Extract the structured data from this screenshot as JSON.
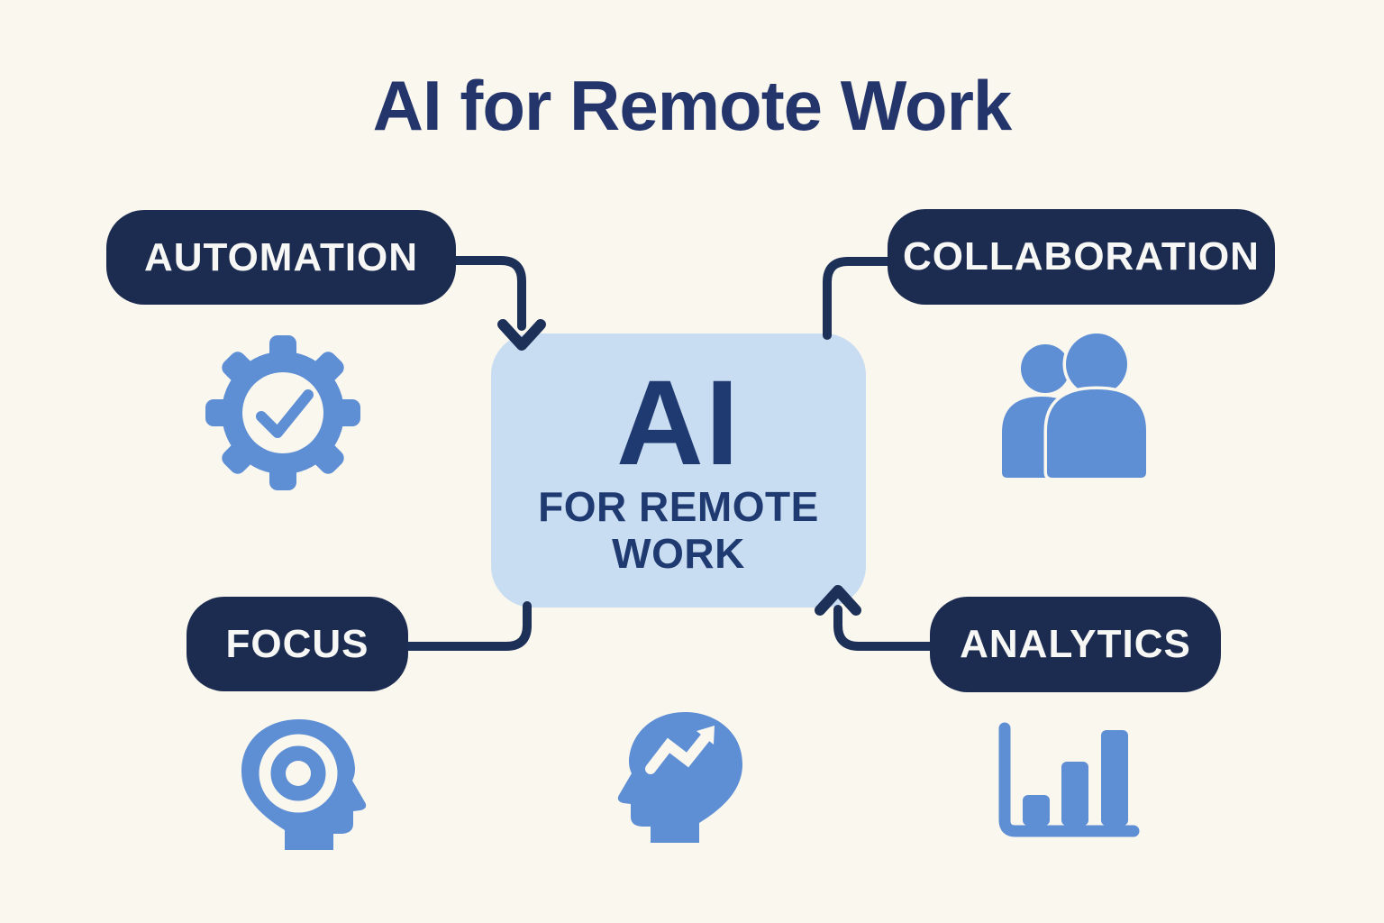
{
  "title": "AI for Remote Work",
  "center_node": {
    "heading": "AI",
    "subheading_line1": "FOR REMOTE",
    "subheading_line2": "WORK"
  },
  "nodes": {
    "automation": {
      "label": "AUTOMATION",
      "icon": "gear-check-icon"
    },
    "collaboration": {
      "label": "COLLABORATION",
      "icon": "people-icon"
    },
    "focus": {
      "label": "FOCUS",
      "icon": "head-target-icon"
    },
    "analytics": {
      "label": "ANALYTICS",
      "icon": "bar-chart-icon"
    },
    "productivity": {
      "icon": "head-trend-arrow-icon"
    }
  },
  "colors": {
    "background": "#faf7ef",
    "pill_navy": "#1c2b50",
    "connector_navy": "#1d3058",
    "title_navy": "#24356c",
    "center_box_blue": "#c8dcf2",
    "center_text_navy": "#1f3a70",
    "icon_blue": "#5e8fd4",
    "pill_text": "#f7f7f5"
  }
}
